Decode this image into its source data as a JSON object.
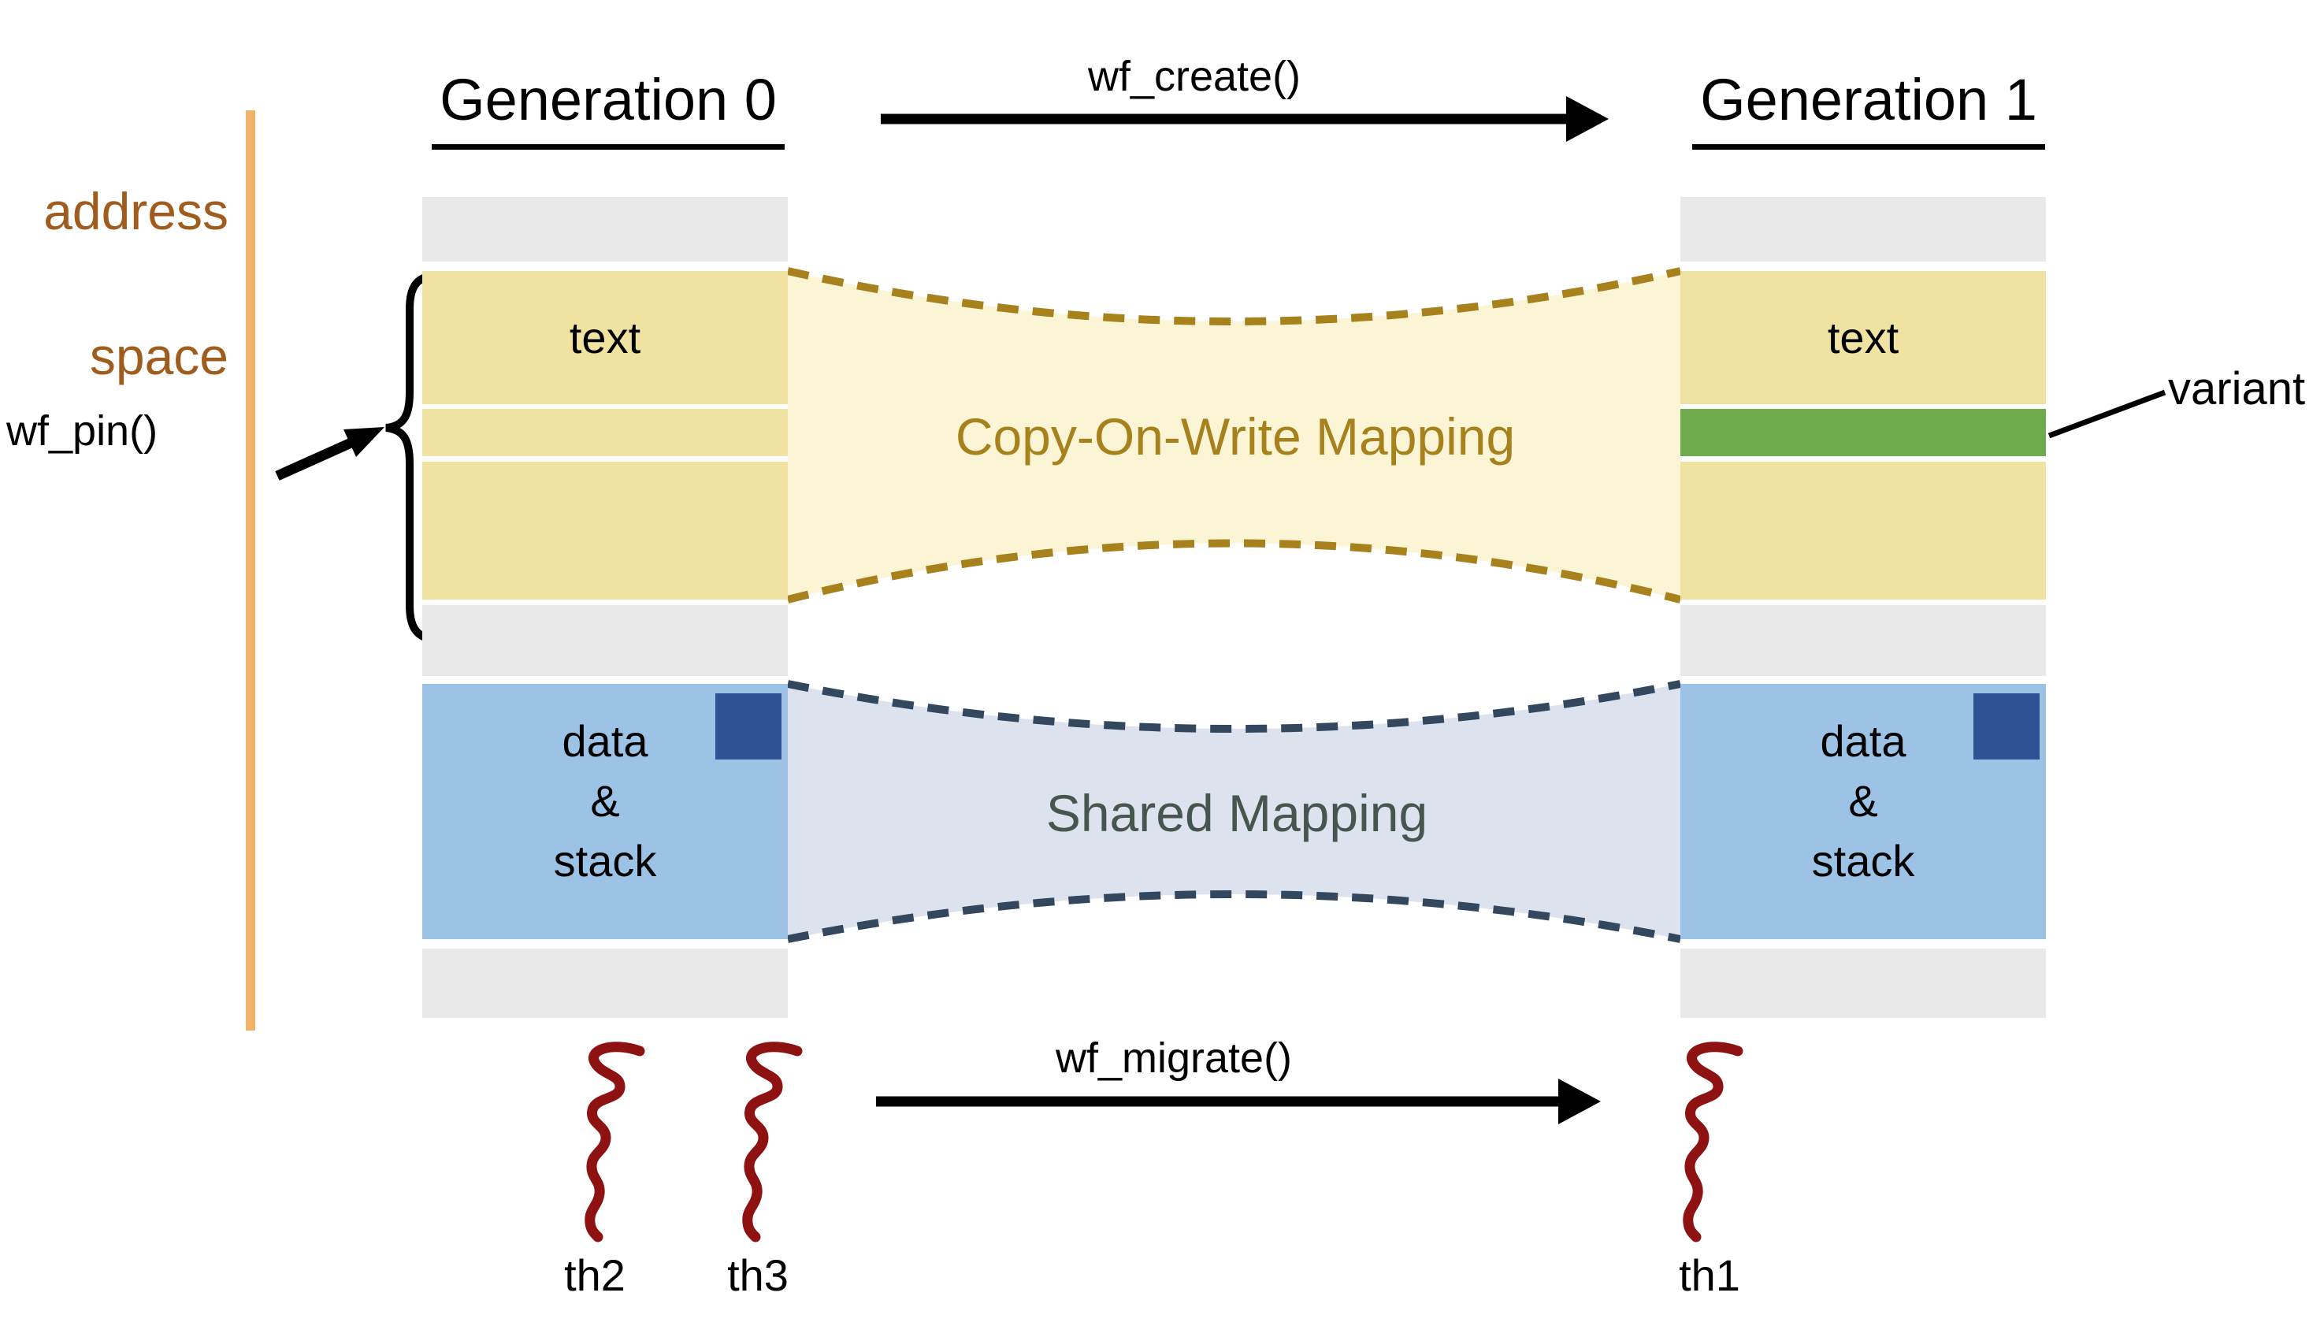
{
  "address_space": {
    "line1": "address",
    "line2": "space"
  },
  "calls": {
    "pin": "wf_pin()",
    "create": "wf_create()",
    "migrate": "wf_migrate()"
  },
  "generation0": {
    "title": "Generation 0",
    "text_segment_label": "text",
    "data_segment": {
      "line1": "data",
      "line2": "&",
      "line3": "stack"
    },
    "thread_labels": [
      "th2",
      "th3"
    ]
  },
  "generation1": {
    "title": "Generation 1",
    "text_segment_label": "text",
    "data_segment": {
      "line1": "data",
      "line2": "&",
      "line3": "stack"
    },
    "thread_labels": [
      "th1"
    ],
    "variant_label": "variant"
  },
  "mappings": {
    "cow_label": "Copy-On-Write Mapping",
    "shared_label": "Shared Mapping"
  },
  "colors": {
    "address_space_text": "#a05c1c",
    "address_space_line": "#f2b369",
    "segment_yellow": "#f0e2a1",
    "segment_gray": "#e9e9e9",
    "segment_blue": "#9cc2e5",
    "heap_marker_blue": "#2e5395",
    "variant_green": "#6fac4d",
    "cow_fill": "#fbf4d5",
    "cow_border": "#a6811c",
    "cow_text": "#a6811c",
    "shared_fill": "#dce3ee",
    "shared_border": "#33475e",
    "shared_text": "#44564e",
    "thread_red": "#8e1212",
    "arrow_black": "#000000"
  }
}
